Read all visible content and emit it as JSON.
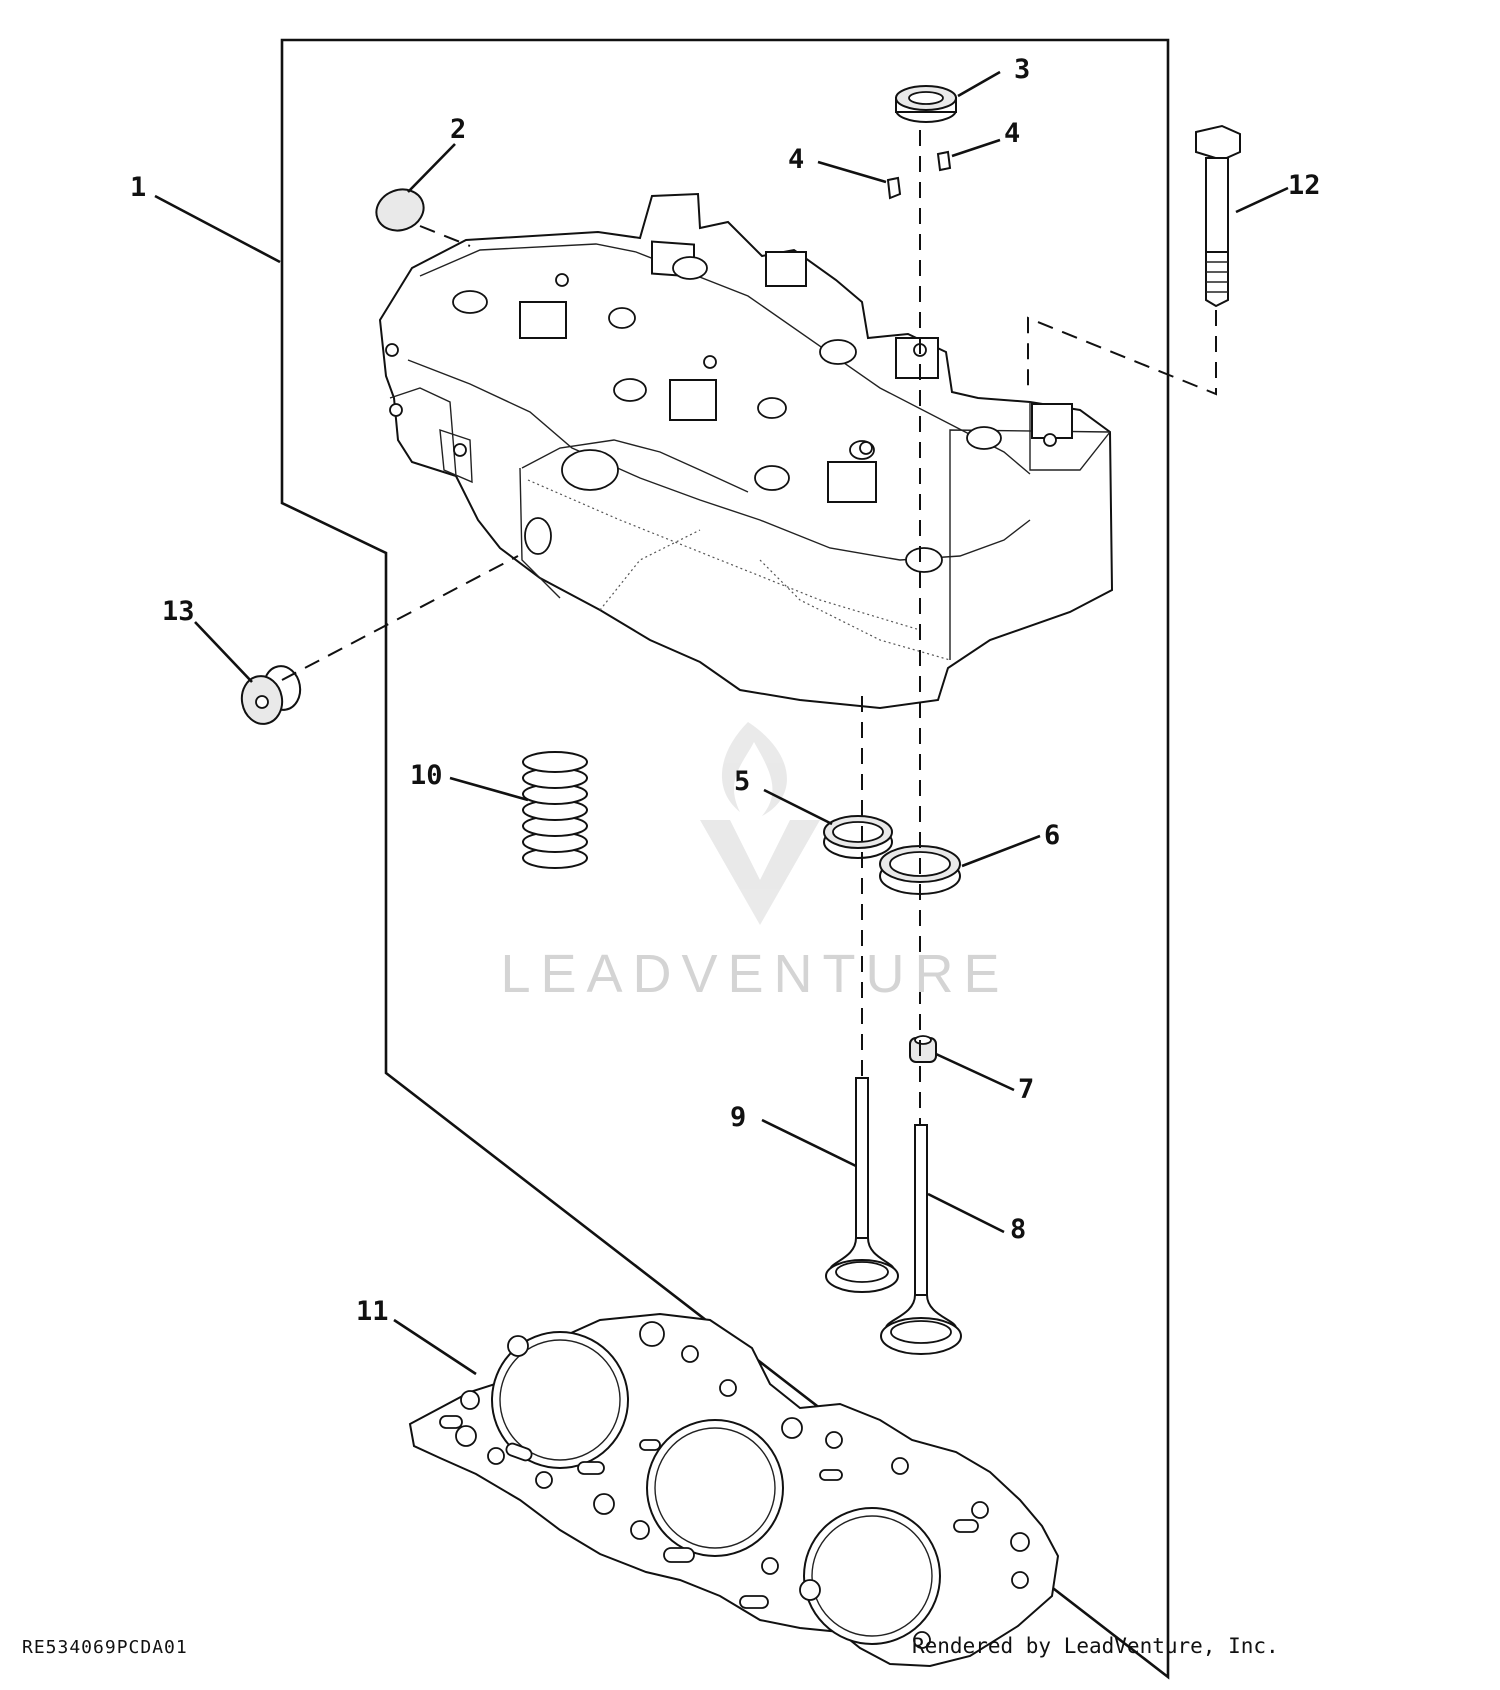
{
  "diagram": {
    "callouts": {
      "c1": "1",
      "c2": "2",
      "c3": "3",
      "c4a": "4",
      "c4b": "4",
      "c5": "5",
      "c6": "6",
      "c7": "7",
      "c8": "8",
      "c9": "9",
      "c10": "10",
      "c11": "11",
      "c12": "12",
      "c13": "13"
    },
    "drawing_id": "RE534069PCDA01",
    "render_credit": "Rendered by LeadVenture, Inc.",
    "watermark": "LEADVENTURE"
  },
  "colors": {
    "line": "#111111",
    "watermark": "#d4d4d4",
    "background": "#ffffff"
  }
}
